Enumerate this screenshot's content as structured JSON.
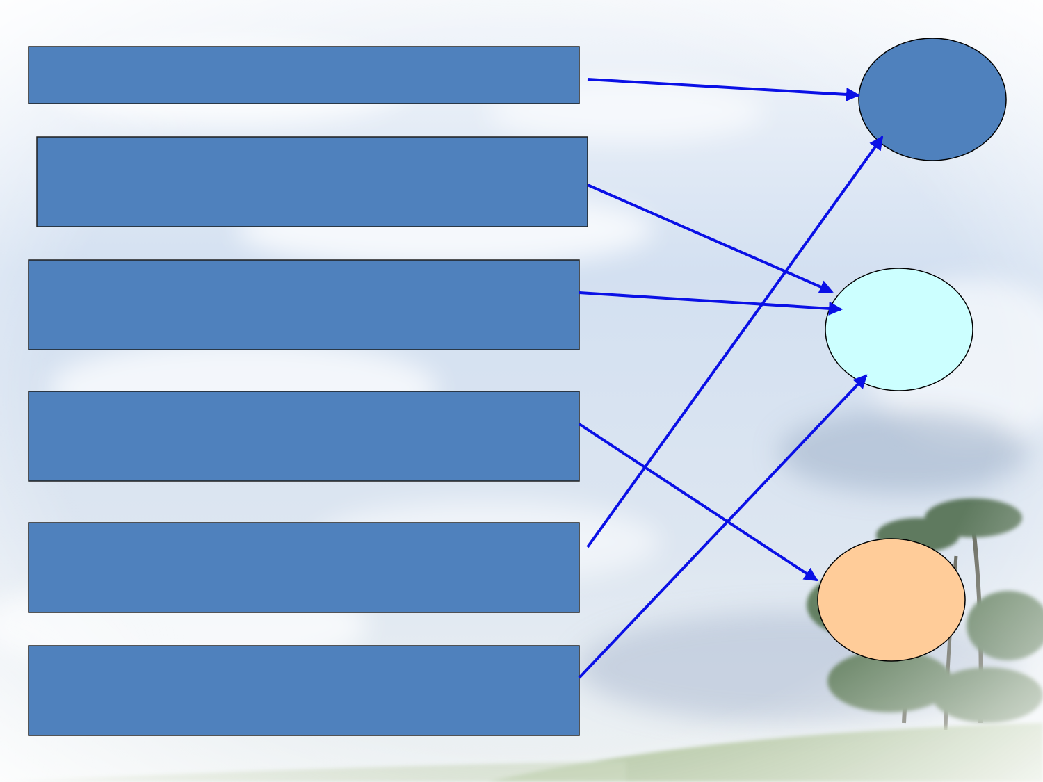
{
  "colors": {
    "box_fill": "#4f81bd",
    "box_stroke": "#1f1f1f",
    "arrow": "#0a10e6",
    "circle_top": "#4f81bd",
    "circle_middle": "#ccffff",
    "circle_bottom": "#ffcc99",
    "sky_top": "#eef3f9",
    "sky_mid": "#c9d9ee",
    "cloud": "#ffffff",
    "tree": "#3f5f3a",
    "grass": "#9fb88a"
  },
  "boxes": [
    {
      "label": ""
    },
    {
      "label": ""
    },
    {
      "label": ""
    },
    {
      "label": ""
    },
    {
      "label": ""
    },
    {
      "label": ""
    }
  ],
  "circles": [
    {
      "label": ""
    },
    {
      "label": ""
    },
    {
      "label": ""
    }
  ],
  "connections": [
    {
      "from_box": 1,
      "to_circle": 1
    },
    {
      "from_box": 2,
      "to_circle": 2
    },
    {
      "from_box": 3,
      "to_circle": 2
    },
    {
      "from_box": 4,
      "to_circle": 3
    },
    {
      "from_box": 5,
      "to_circle": 1
    },
    {
      "from_box": 6,
      "to_circle": 2
    }
  ]
}
